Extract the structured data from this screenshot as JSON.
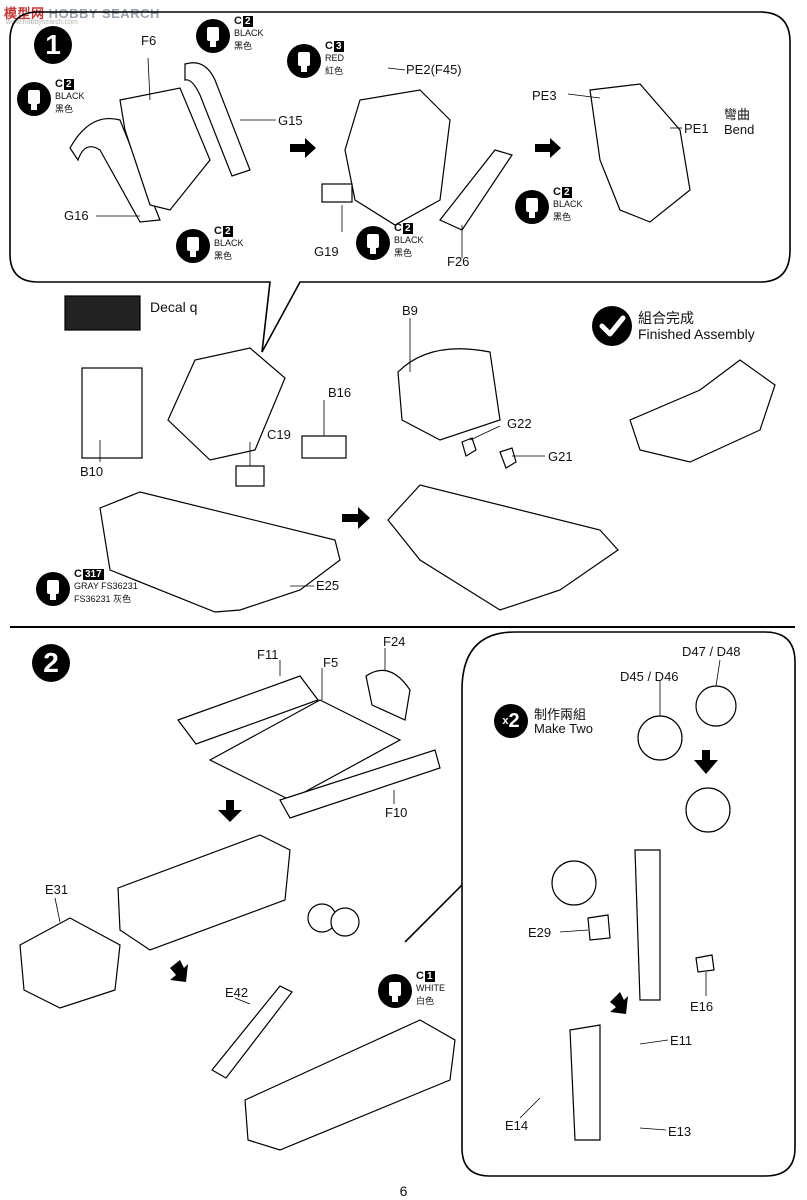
{
  "watermark": {
    "logo": "模型网",
    "name": "HOBBY SEARCH",
    "url": "www.hobbysearch.com"
  },
  "page_number": "6",
  "step1": {
    "number": "1",
    "parts": {
      "F6": "F6",
      "G15": "G15",
      "G16": "G16",
      "PE2": "PE2(F45)",
      "G19": "G19",
      "F26": "F26",
      "PE3": "PE3",
      "PE1": "PE1",
      "B10": "B10",
      "C19": "C19",
      "B16": "B16",
      "E25": "E25",
      "B9": "B9",
      "G22": "G22",
      "G21": "G21"
    },
    "bend": {
      "zh": "彎曲",
      "en": "Bend"
    },
    "decal": "Decal q",
    "paints": {
      "black_a": {
        "code": "C",
        "num": "2",
        "en": "BLACK",
        "zh": "黑色"
      },
      "black_b": {
        "code": "C",
        "num": "2",
        "en": "BLACK",
        "zh": "黑色"
      },
      "black_c": {
        "code": "C",
        "num": "2",
        "en": "BLACK",
        "zh": "黑色"
      },
      "black_d": {
        "code": "C",
        "num": "2",
        "en": "BLACK",
        "zh": "黑色"
      },
      "black_e": {
        "code": "C",
        "num": "2",
        "en": "BLACK",
        "zh": "黑色"
      },
      "red": {
        "code": "C",
        "num": "3",
        "en": "RED",
        "zh": "紅色"
      },
      "gray": {
        "code": "C",
        "num": "317",
        "en": "GRAY FS36231",
        "zh": "FS36231 灰色"
      }
    },
    "finished": {
      "zh": "組合完成",
      "en": "Finished Assembly"
    }
  },
  "step2": {
    "number": "2",
    "parts": {
      "F11": "F11",
      "F5": "F5",
      "F24": "F24",
      "F10": "F10",
      "E31": "E31",
      "E42": "E42",
      "D47_48": "D47 / D48",
      "D45_46": "D45 / D46",
      "E29": "E29",
      "E16": "E16",
      "E11": "E11",
      "E14": "E14",
      "E13": "E13"
    },
    "paint_white": {
      "code": "C",
      "num": "1",
      "en": "WHITE",
      "zh": "白色"
    },
    "make_two": {
      "count": "2",
      "zh": "制作兩組",
      "en": "Make Two"
    }
  },
  "colors": {
    "ink": "#111111",
    "paper": "#ffffff",
    "watermark_red": "#c23a3a"
  }
}
